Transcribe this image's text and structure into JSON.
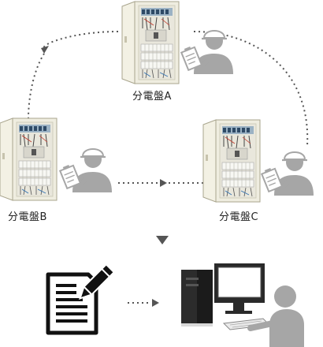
{
  "panels": {
    "a": {
      "label": "分電盤A"
    },
    "b": {
      "label": "分電盤B"
    },
    "c": {
      "label": "分電盤C"
    }
  },
  "icons": {
    "panel": "electrical-distribution-panel-icon",
    "inspector": "inspector-with-clipboard-icon",
    "report": "report-document-icon",
    "pc": "desktop-computer-icon",
    "operator": "operator-at-pc-icon",
    "down_arrow": "triangle-down-icon"
  },
  "colors": {
    "dotted_line": "#555555",
    "person": "#a6a6a6",
    "panel_body": "#efefe2",
    "document": "#111111"
  }
}
